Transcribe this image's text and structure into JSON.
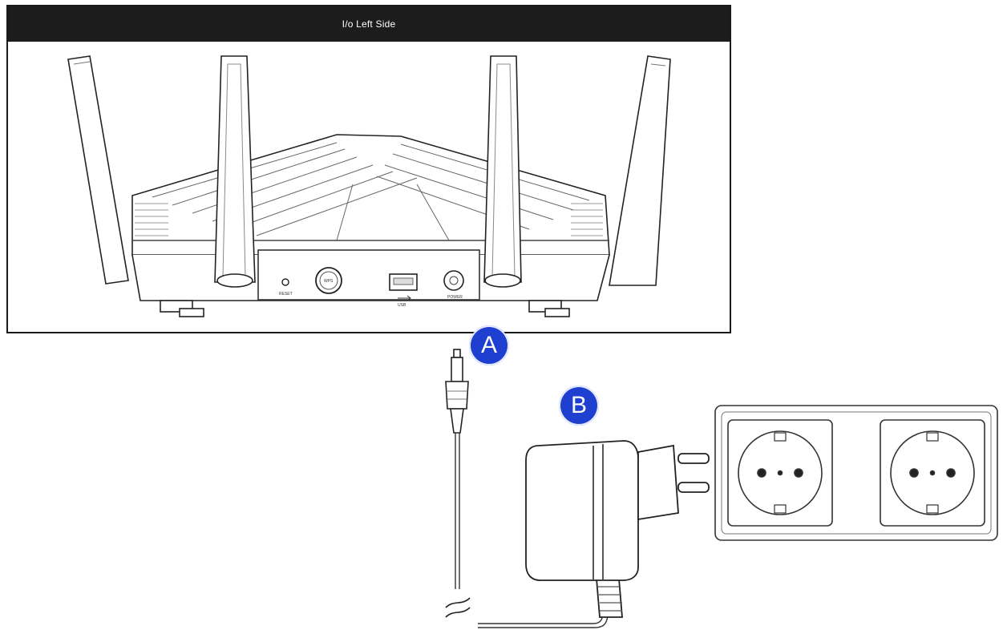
{
  "panel": {
    "title": "I/o Left Side"
  },
  "router": {
    "port_labels": {
      "reset": "RESET",
      "wps": "WPS",
      "usb": "USB",
      "power": "POWER"
    }
  },
  "callouts": {
    "a": "A",
    "b": "B"
  },
  "icons": [
    "router-icon",
    "antenna-icon",
    "usb-port-icon",
    "power-jack-icon",
    "power-adapter-icon",
    "wall-socket-icon",
    "cable-break-icon"
  ],
  "colors": {
    "badge": "#1f3fd0",
    "title_bar": "#1c1c1c",
    "line": "#222222"
  }
}
